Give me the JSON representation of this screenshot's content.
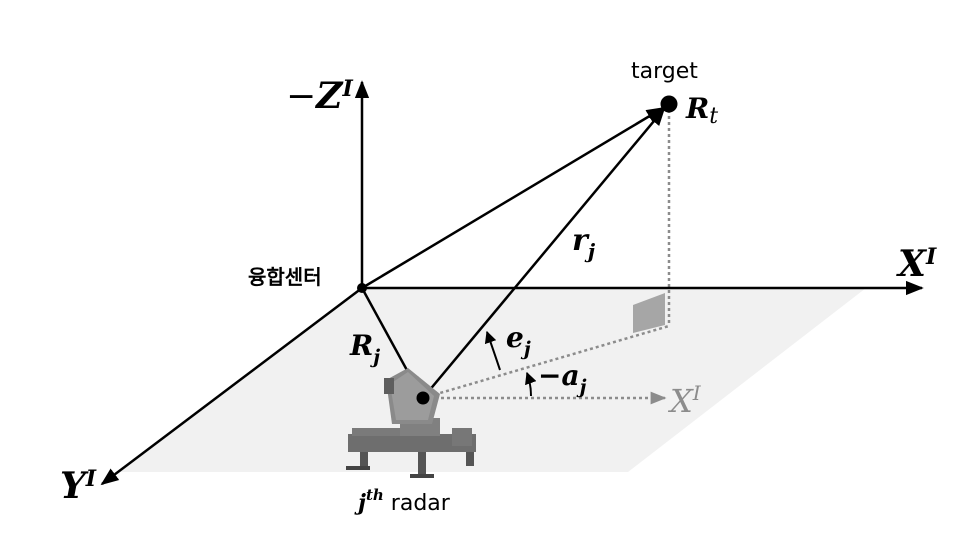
{
  "labels": {
    "neg_z_prefix": "−",
    "z_axis_base": "Z",
    "x_axis_base": "X",
    "y_axis_base": "Y",
    "axis_superscript": "I",
    "fusion_center": "융합센터",
    "target": "target",
    "target_pos_base": "R",
    "target_pos_sub": "t",
    "range_vec_base": "r",
    "range_vec_sub": "j",
    "radar_pos_base": "R",
    "radar_pos_sub": "j",
    "elevation_base": "e",
    "elevation_sub": "j",
    "azimuth_prefix": "−",
    "azimuth_base": "a",
    "azimuth_sub": "j",
    "radar_x_base": "X",
    "radar_x_sup": "I",
    "radar_label_base": "j",
    "radar_label_sup": "th",
    "radar_label_text": " radar"
  },
  "colors": {
    "line": "#000000",
    "plane": "#f1f1f1",
    "dotted": "#8c8c8c",
    "marker": "#a6a6a6",
    "radar_body": "#6e6e6e"
  }
}
